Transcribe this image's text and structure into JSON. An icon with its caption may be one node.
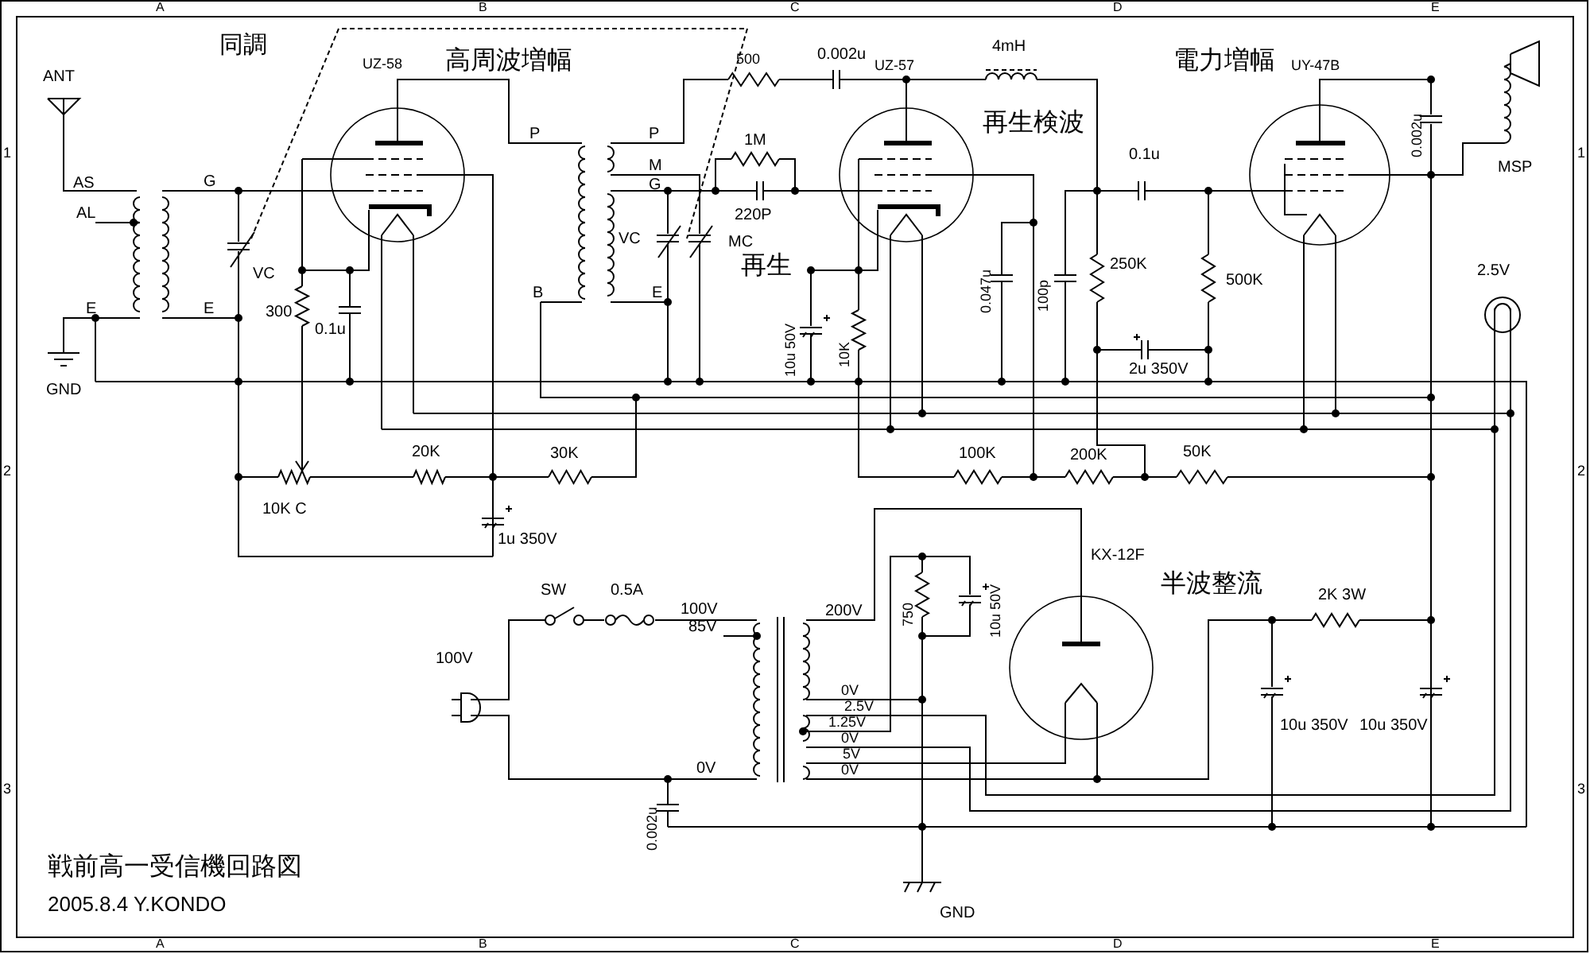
{
  "diagram": {
    "title": "戦前高一受信機回路図",
    "caption": "2005.8.4 Y.KONDO",
    "labels": [
      "A",
      "B",
      "C",
      "D",
      "E",
      "同調",
      "ANT",
      "UZ-58",
      "高周波増幅",
      "500",
      "0.002u",
      "UZ-57",
      "4mH",
      "電力増幅",
      "UY-47B",
      "1",
      "1",
      "再生検波",
      "P",
      "P",
      "0.002u",
      "MSP",
      "AS",
      "G",
      "1M",
      "M",
      "G",
      "0.1u",
      "AL",
      "220P",
      "VC",
      "MC",
      "VC",
      "再生",
      "0.047u",
      "100p",
      "250K",
      "500K",
      "2.5V",
      "E",
      "E",
      "B",
      "E",
      "300",
      "0.1u",
      "10u 50V",
      "10K",
      "2u 350V",
      "GND",
      "2",
      "2",
      "20K",
      "30K",
      "100K",
      "200K",
      "50K",
      "10K C",
      "1u 350V",
      "KX-12F",
      "SW",
      "0.5A",
      "半波整流",
      "750",
      "10u 50V",
      "2K 3W",
      "100V",
      "200V",
      "85V",
      "100V",
      "0V",
      "2.5V",
      "1.25V",
      "0V",
      "5V",
      "0V",
      "10u 350V",
      "10u 350V",
      "0V",
      "3",
      "3",
      "0.002u",
      "GND",
      "A",
      "B",
      "C",
      "D",
      "E"
    ]
  }
}
